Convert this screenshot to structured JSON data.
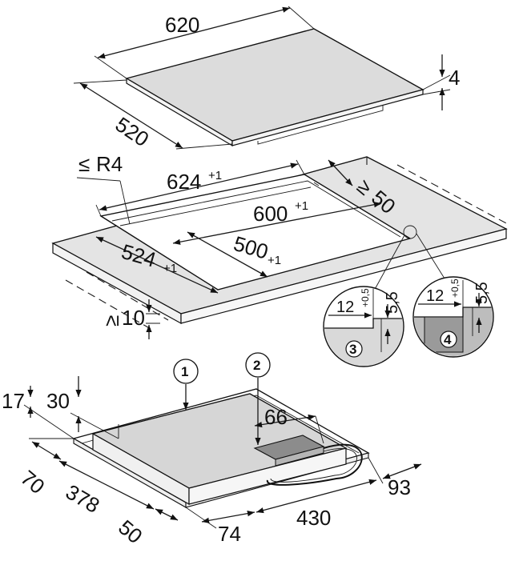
{
  "hob": {
    "width": "620",
    "depth": "520",
    "thickness": "4"
  },
  "worktop": {
    "radius_sym": "≤",
    "radius": "R4",
    "cutout_outer_width": "624",
    "cutout_outer_width_tol": "+1",
    "clearance_sym": "≥",
    "rear_clearance": "50",
    "cutout_inner_width": "600",
    "cutout_inner_width_tol": "+1",
    "cutout_outer_depth": "524",
    "cutout_outer_depth_tol": "+1",
    "cutout_inner_depth": "500",
    "cutout_inner_depth_tol": "+1",
    "min_thickness_sym": "≥",
    "min_thickness": "10"
  },
  "details": [
    {
      "ledge_width": "12",
      "ledge_depth_tol": "+0,5",
      "ledge_depth": "5,5",
      "callout": "3"
    },
    {
      "ledge_width": "12",
      "ledge_depth_tol": "+0,5",
      "ledge_depth": "5,5",
      "callout": "4"
    }
  ],
  "underside": {
    "callouts": [
      "1",
      "2"
    ],
    "frame_height": "17",
    "body_height": "30",
    "connection_offset": "66",
    "front_offset": "70",
    "body_depth": "378",
    "rear_offset": "50",
    "side_offset": "74",
    "body_width": "430",
    "right_offset": "93"
  }
}
